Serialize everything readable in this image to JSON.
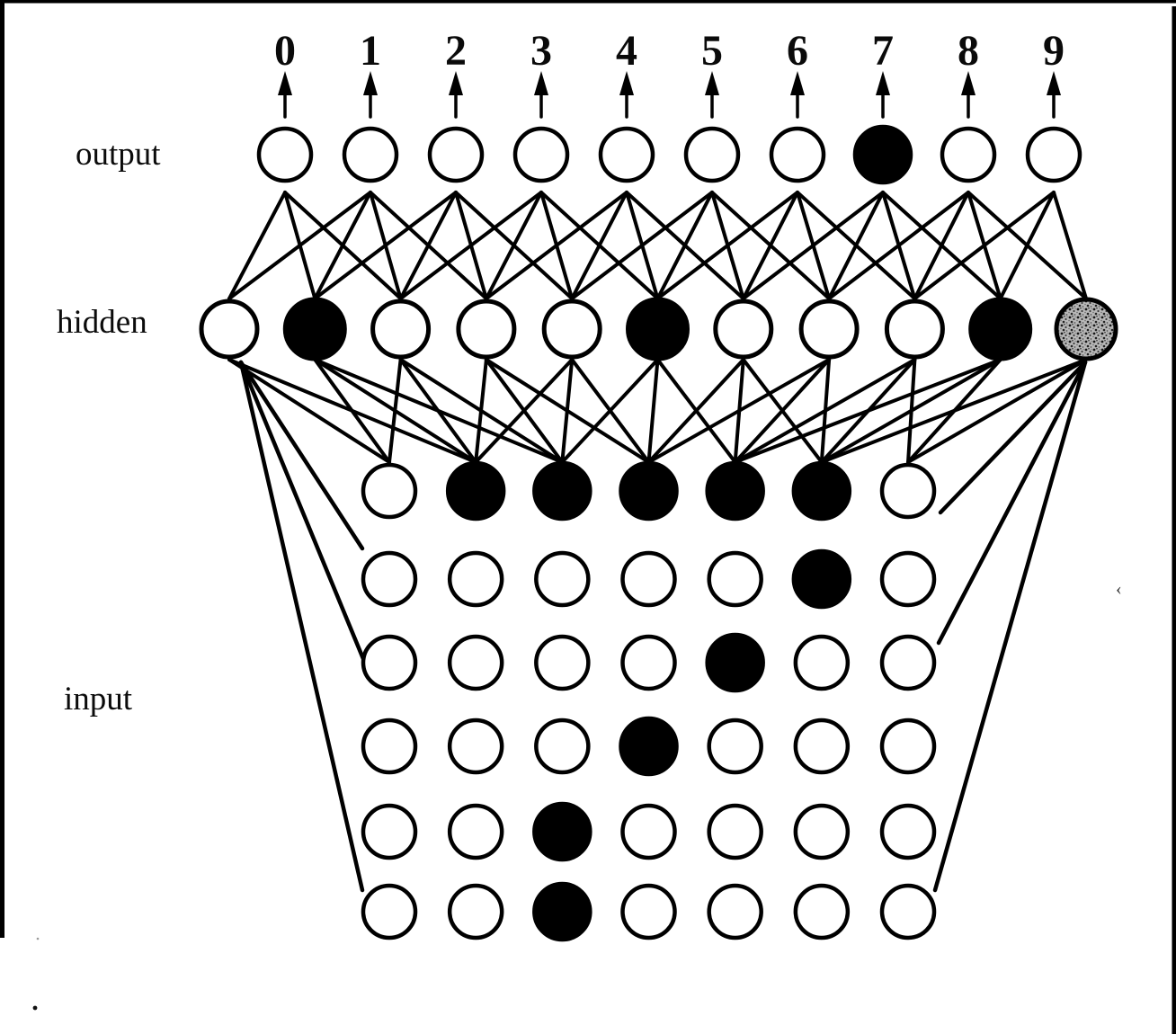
{
  "figure": {
    "type": "neural-network-diagram",
    "layer_labels": {
      "output": "output",
      "hidden": "hidden",
      "input": "input"
    },
    "class_labels": [
      "0",
      "1",
      "2",
      "3",
      "4",
      "5",
      "6",
      "7",
      "8",
      "9"
    ],
    "output_states": [
      "open",
      "open",
      "open",
      "open",
      "open",
      "open",
      "open",
      "filled",
      "open",
      "open"
    ],
    "hidden_states": [
      "open",
      "filled",
      "open",
      "open",
      "open",
      "filled",
      "open",
      "open",
      "open",
      "filled",
      "stippled"
    ],
    "input_grid": [
      [
        0,
        1,
        1,
        1,
        1,
        1,
        0
      ],
      [
        0,
        0,
        0,
        0,
        0,
        1,
        0
      ],
      [
        0,
        0,
        0,
        0,
        1,
        0,
        0
      ],
      [
        0,
        0,
        0,
        1,
        0,
        0,
        0
      ],
      [
        0,
        0,
        1,
        0,
        0,
        0,
        0
      ],
      [
        0,
        0,
        1,
        0,
        0,
        0,
        0
      ]
    ],
    "colors": {
      "ink": "#000000",
      "paper": "#ffffff",
      "stipple_base": "#b8b8b8",
      "stipple_dot": "#1c1c1c"
    },
    "artifact_mark": "‹"
  }
}
